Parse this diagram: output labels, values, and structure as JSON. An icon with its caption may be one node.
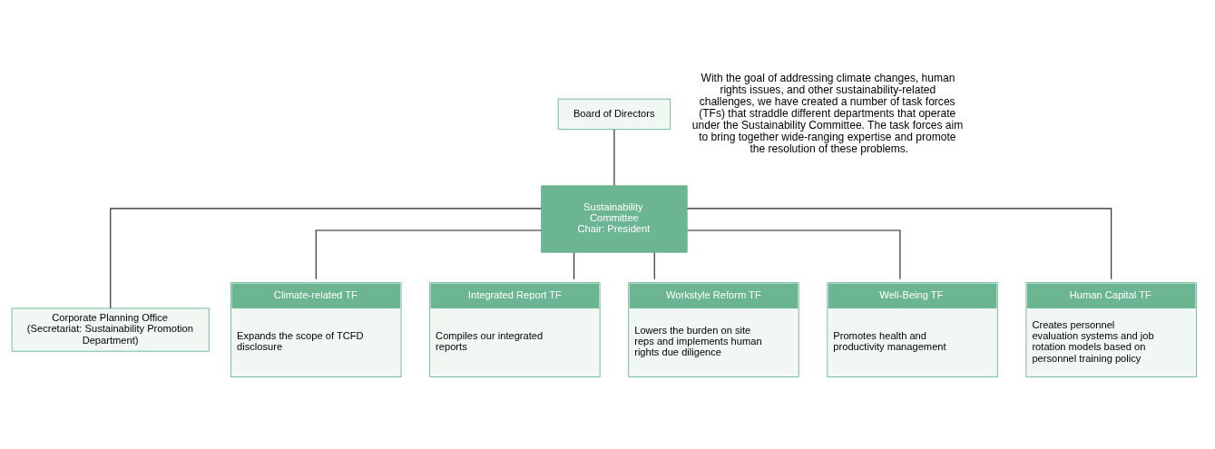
{
  "diagram": {
    "nodes": [
      {
        "text": [
          "Board of Directors"
        ]
      },
      {
        "text": [
          "Sustainability Committee",
          "Chair: President"
        ]
      },
      {
        "text": [
          "Corporate Planning Office",
          "(Secretariat: Sustainability Promotion Department)"
        ]
      },
      {
        "text": [
          "Climate-related TF",
          "Expands the scope of TCFD disclosure"
        ]
      },
      {
        "text": [
          "Integrated Report TF",
          "Compiles our integrated reports"
        ]
      },
      {
        "text": [
          "Workstyle Reform TF",
          "Lowers the burden on site reps and implements human rights due diligence"
        ]
      },
      {
        "text": [
          "Well-Being TF",
          "Promotes health and productivity management"
        ]
      },
      {
        "text": [
          "Human Capital TF",
          "Creates personnel evaluation systems and job rotation models based on personnel training policy"
        ]
      }
    ],
    "edges": [
      {
        "from": 0,
        "to": 1,
        "arrow": "none"
      },
      {
        "from": 1,
        "to": 2,
        "arrow": "none"
      },
      {
        "from": 1,
        "to": 3,
        "arrow": "none"
      },
      {
        "from": 1,
        "to": 4,
        "arrow": "none"
      },
      {
        "from": 1,
        "to": 5,
        "arrow": "none"
      },
      {
        "from": 1,
        "to": 6,
        "arrow": "none"
      },
      {
        "from": 1,
        "to": 7,
        "arrow": "none"
      }
    ],
    "labels": [
      "With the goal of addressing climate changes, human rights issues, and other sustainability-related challenges, we have created a number of task forces (TFs) that straddle different departments that operate under the Sustainability Committee. The task forces aim to bring together wide-ranging expertise and promote the resolution of these problems."
    ]
  }
}
